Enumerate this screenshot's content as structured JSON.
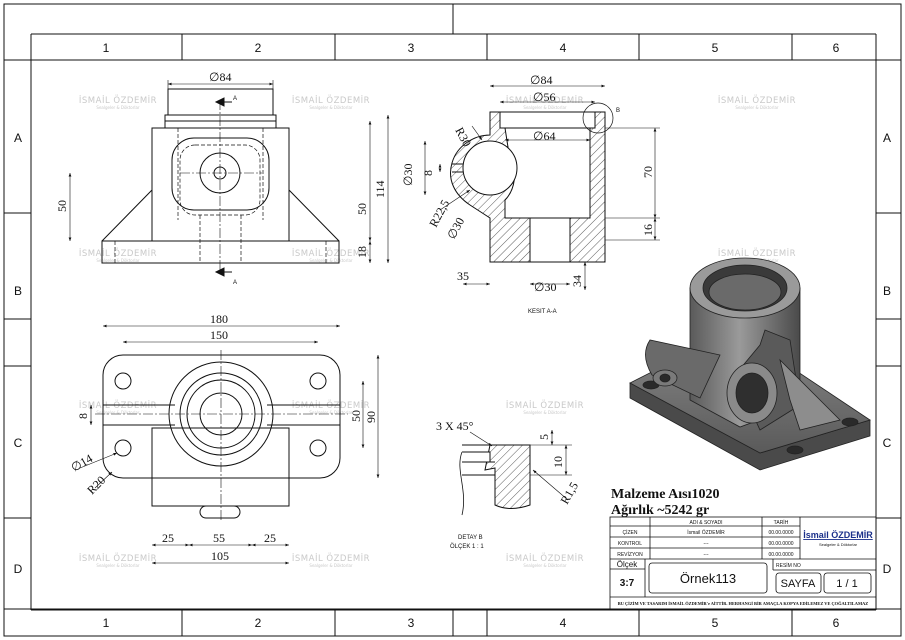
{
  "zones": {
    "columns": [
      "1",
      "2",
      "3",
      "4",
      "5",
      "6"
    ],
    "rows": [
      "A",
      "B",
      "C",
      "D"
    ]
  },
  "watermark": {
    "name": "İSMAİL ÖZDEMİR",
    "tagline": "Sealgeler & Döktorlar"
  },
  "front_view": {
    "dim_top": "∅84",
    "dim_left": "50",
    "dim_right_a": "50",
    "dim_right_b": "114",
    "dim_right_c": "18",
    "section_mark": "A"
  },
  "section_view": {
    "dim_top_outer": "∅84",
    "dim_top_inner": "∅56",
    "dim_bore": "∅64",
    "dim_r30": "R30",
    "dim_phi30_left": "∅30",
    "dim_8": "8",
    "dim_r22": "R22,5",
    "dim_phi30_diag": "∅30",
    "dim_70": "70",
    "dim_16": "16",
    "dim_35": "35",
    "dim_phi30_bottom": "∅30",
    "dim_34": "34",
    "detail_mark": "B",
    "caption": "KESIT A-A"
  },
  "top_view": {
    "dim_180": "180",
    "dim_150": "150",
    "dim_8": "8",
    "dim_50": "50",
    "dim_90": "90",
    "dim_phi14": "∅14",
    "dim_r20": "R20",
    "dim_25a": "25",
    "dim_55": "55",
    "dim_25b": "25",
    "dim_105": "105"
  },
  "detail_view": {
    "chamfer": "3 X 45°",
    "dim_5": "5",
    "dim_10": "10",
    "dim_r15": "R1,5",
    "caption_1": "DETAY B",
    "caption_2": "ÖLÇEK 1 : 1"
  },
  "material": {
    "line1": "Malzeme Aısı1020",
    "line2": "Ağırlık ~5242 gr"
  },
  "title_block": {
    "col_name": "ADI & SOYADI",
    "col_date": "TARİH",
    "rows": [
      {
        "role": "ÇİZEN",
        "name": "İsmail ÖZDEMİR",
        "date": "00.00.0000"
      },
      {
        "role": "KONTROL",
        "name": "---",
        "date": "00.00.0000"
      },
      {
        "role": "REVİZYON",
        "name": "---",
        "date": "00.00.0000"
      }
    ],
    "brand": "İsmail ÖZDEMİR",
    "brand_tagline": "Sealgeler & Döktorlar",
    "resim_no_label": "RESİM NO",
    "scale_label": "Ölçek",
    "scale_value": "3:7",
    "drawing_name": "Örnek113",
    "sheet_label": "SAYFA",
    "sheet_value": "1 / 1",
    "disclaimer": "BU ÇİZİM VE TASARIM İSMAİL ÖZDEMİR'e AİTTİR. HERHANGİ BİR AMAÇLA KOPYA EDİLEMEZ VE ÇOĞALTILAMAZ"
  },
  "colors": {
    "line": "#111111",
    "hatch": "#333333",
    "render_dark": "#4a4a4a",
    "render_mid": "#7d7d7d",
    "render_light": "#a9a9a9",
    "watermark": "#c9c9c9",
    "brand": "#1a2f8a"
  }
}
